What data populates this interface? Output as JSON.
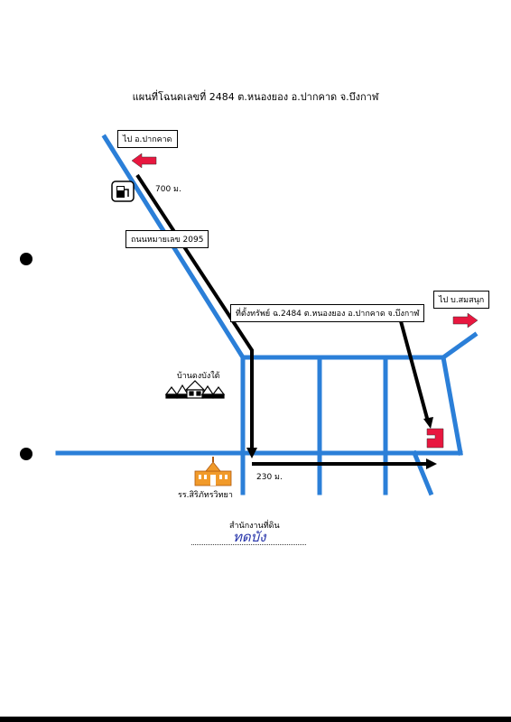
{
  "title": "แผนที่โฉนดเลขที่ 2484 ต.หนองยอง อ.ปากคาด จ.บึงกาฬ",
  "labels": {
    "to_pakkhat": "ไป อ.ปากคาด",
    "distance_700": "700 ม.",
    "road_2095": "ถนนหมายเลข 2095",
    "property": "ที่ตั้งทรัพย์ ฉ.2484 ต.หนองยอง อ.ปากคาด จ.บึงกาฬ",
    "to_somsanuk": "ไป บ.สมสนุก",
    "village": "บ้านดงบังใต้",
    "distance_230": "230 ม.",
    "school": "รร.สิริภัทรวิทยา",
    "office": "สำนักงานที่ดิน",
    "signature": "ทดบัง"
  },
  "icons": {
    "gas_station": "gas-station-icon",
    "houses": "houses-icon",
    "school": "school-icon",
    "property": "property-marker-icon"
  },
  "colors": {
    "road": "#2b7fd8",
    "route": "#000000",
    "arrow": "#e8173f",
    "property": "#e8173f",
    "school": "#f19a2a"
  }
}
